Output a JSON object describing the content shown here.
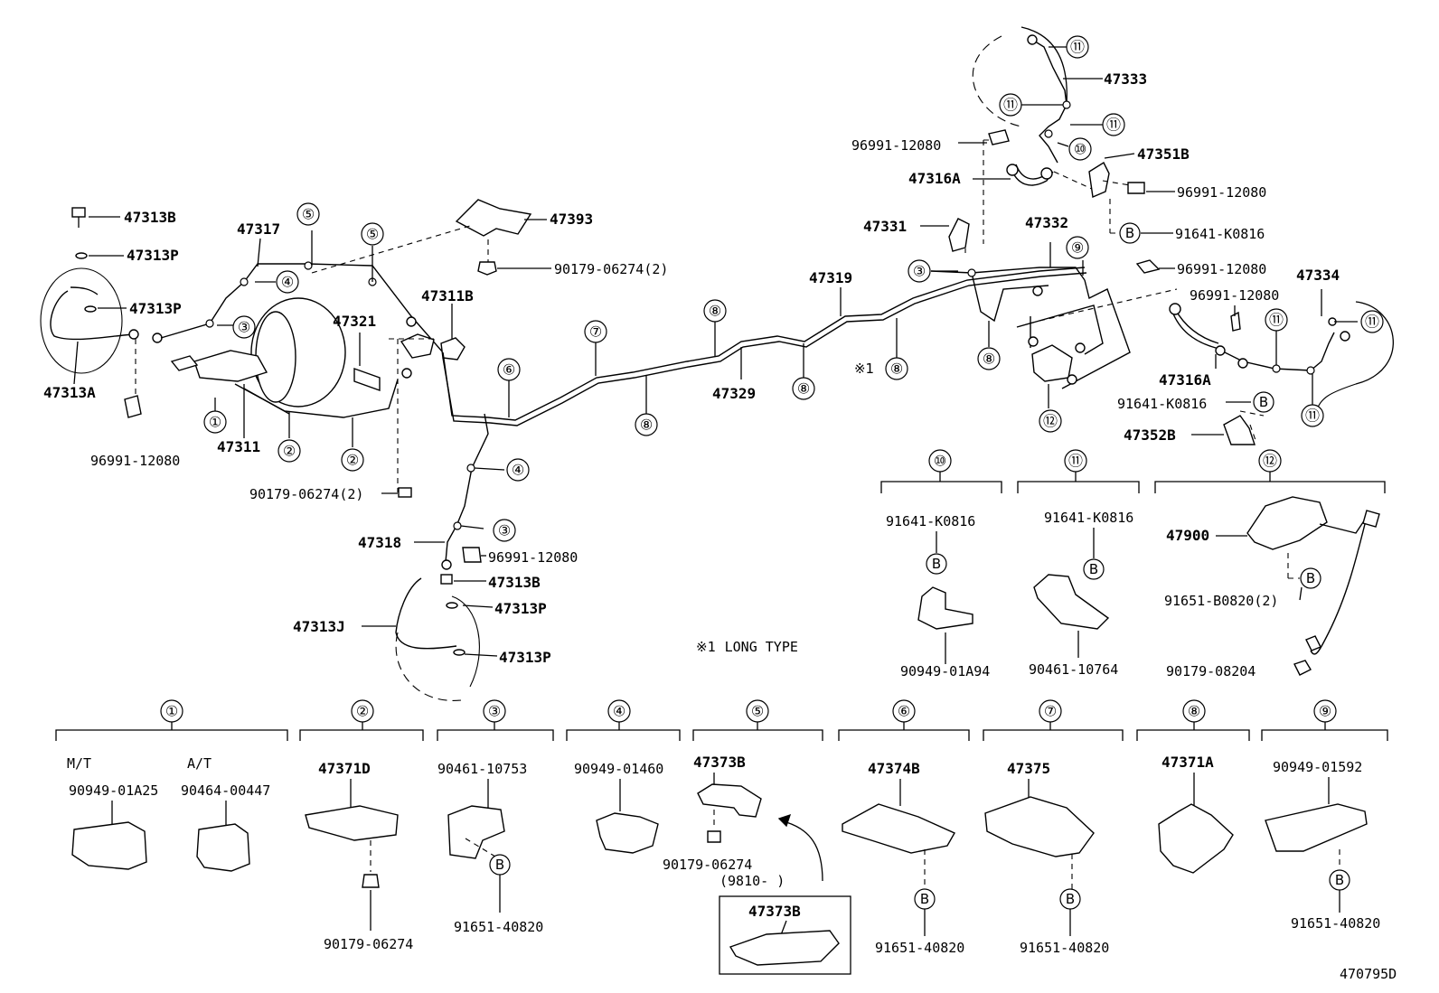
{
  "diagram_code": "470795D",
  "note": {
    "mark": "※1",
    "text": "LONG TYPE"
  },
  "side_mark": "※1",
  "parts": {
    "p47313B_a": "47313B",
    "p47313P_a": "47313P",
    "p47313P_b": "47313P",
    "p47313A": "47313A",
    "p96991_a": "96991-12080",
    "p47317": "47317",
    "p47393": "47393",
    "p90179_a": "90179-06274(2)",
    "p47321": "47321",
    "p47311B": "47311B",
    "p47311": "47311",
    "p90179_b": "90179-06274(2)",
    "p47318": "47318",
    "p96991_b": "96991-12080",
    "p47313B_b": "47313B",
    "p47313P_c": "47313P",
    "p47313J": "47313J",
    "p47313P_d": "47313P",
    "p47319": "47319",
    "p47329": "47329",
    "p47333": "47333",
    "p96991_c": "96991-12080",
    "p47316A_a": "47316A",
    "p47351B": "47351B",
    "p96991_d": "96991-12080",
    "p47331": "47331",
    "p47332": "47332",
    "p91641_a": "91641-K0816",
    "p96991_e": "96991-12080",
    "p47334": "47334",
    "p96991_f": "96991-12080",
    "p47316A_b": "47316A",
    "p91641_b": "91641-K0816",
    "p47352B": "47352B"
  },
  "details": {
    "d10": {
      "num": "⑩",
      "top": "91641-K0816",
      "bottom": "90949-01A94"
    },
    "d11": {
      "num": "⑪",
      "top": "91641-K0816",
      "bottom": "90461-10764"
    },
    "d12": {
      "num": "⑫",
      "part": "47900",
      "bolt": "91651-B0820(2)",
      "nut": "90179-08204"
    },
    "d1": {
      "num": "①",
      "mt": "M/T",
      "at": "A/T",
      "mt_part": "90949-01A25",
      "at_part": "90464-00447"
    },
    "d2": {
      "num": "②",
      "part": "47371D",
      "bolt": "90179-06274"
    },
    "d3": {
      "num": "③",
      "part": "90461-10753",
      "bolt": "91651-40820"
    },
    "d4": {
      "num": "④",
      "part": "90949-01460"
    },
    "d5": {
      "num": "⑤",
      "part": "47373B",
      "bolt": "90179-06274",
      "range": "(9810-     )",
      "inset": "47373B"
    },
    "d6": {
      "num": "⑥",
      "part": "47374B",
      "bolt": "91651-40820"
    },
    "d7": {
      "num": "⑦",
      "part": "47375",
      "bolt": "91651-40820"
    },
    "d8": {
      "num": "⑧",
      "part": "47371A"
    },
    "d9": {
      "num": "⑨",
      "part": "90949-01592",
      "bolt": "91651-40820"
    }
  },
  "callouts": {
    "c1": "①",
    "c2": "②",
    "c3": "③",
    "c4": "④",
    "c5": "⑤",
    "c6": "⑥",
    "c7": "⑦",
    "c8": "⑧",
    "c9": "⑨",
    "c10": "⑩",
    "c11": "⑪",
    "c12": "⑫",
    "b": "B"
  }
}
